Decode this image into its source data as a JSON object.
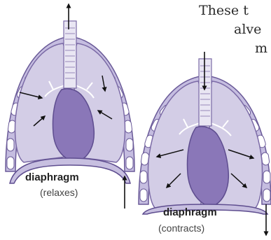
{
  "body_text": {
    "line1": "These t",
    "line2": "alve",
    "line3": "m"
  },
  "left_diagram": {
    "label": "diaphragm",
    "note": "(relaxes)"
  },
  "right_diagram": {
    "label": "diaphragm",
    "note": "(contracts)"
  },
  "colors": {
    "lung_fill": "#d3cde6",
    "lung_stroke": "#7b6aa6",
    "heart_fill": "#8a77b8",
    "diaphragm_fill": "#c7bfe0",
    "arrow": "#111111"
  }
}
